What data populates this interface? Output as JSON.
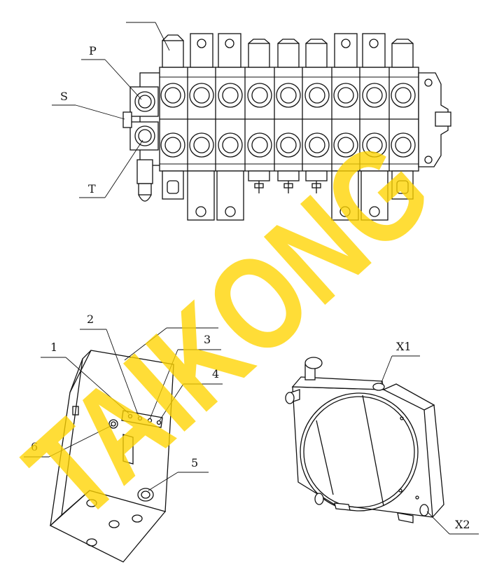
{
  "watermark": {
    "text": "TAIKONG",
    "color": "#ffd400"
  },
  "valve_labels": {
    "p": "P",
    "s": "S",
    "t": "T"
  },
  "box_labels": {
    "n1": "1",
    "n2": "2",
    "n3": "3",
    "n4": "4",
    "n5": "5",
    "n6": "6"
  },
  "cooler_labels": {
    "x1": "X1",
    "x2": "X2"
  },
  "line_color": "#111111"
}
